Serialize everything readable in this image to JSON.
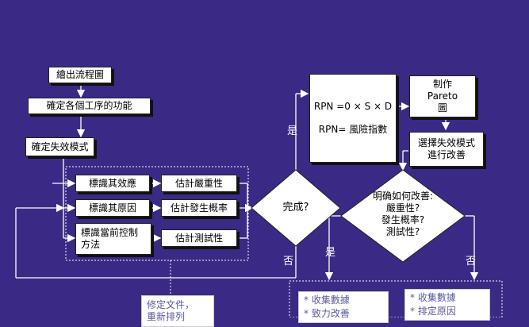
{
  "boxes": {
    "output_flowchart": "繪出流程圖",
    "determine_functions": "確定各個工序的功能",
    "determine_failure_modes": "確定失效模式",
    "identify_effects": "標識其效應",
    "identify_causes": "標識其原因",
    "identify_controls": "標識當前控制\n方法",
    "estimate_severity": "估計嚴重性",
    "estimate_occurrence": "估計發生概率",
    "estimate_detection": "估計測試性",
    "pareto": "制作\nPareto\n圖",
    "select_failure_modes": "選擇失效模式\n進行改善"
  },
  "rpn": {
    "formula": "RPN =0 × S × D",
    "definition": "RPN= 風險指數"
  },
  "decisions": {
    "complete": "完成?",
    "improve": "明确如何改善:\n嚴重性?\n發生概率?\n測試性?"
  },
  "labels": {
    "yes_top": "是",
    "no_bottom": "否",
    "yes_mid": "是",
    "no_right": "否"
  },
  "notes": {
    "revise_doc": "修定文件，\n重新排列",
    "middle": "* 收集數據\n* 致力改善",
    "right": "* 收集數據\n* 排定原因"
  }
}
